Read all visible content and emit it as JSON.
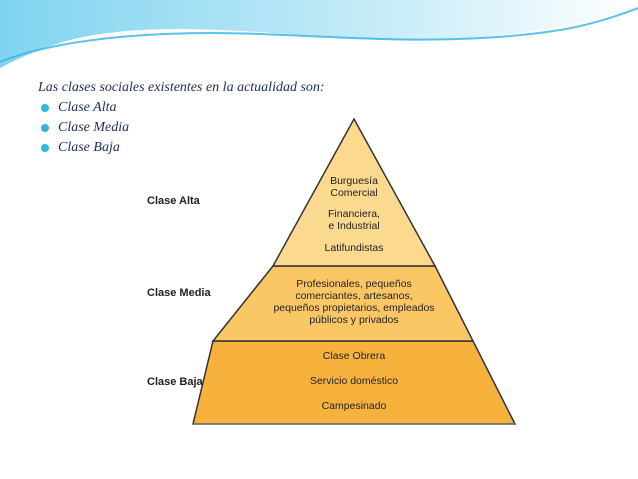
{
  "heading": "Las clases sociales existentes en la actualidad son:",
  "bullets": [
    "Clase Alta",
    "Clase Media",
    "Clase Baja"
  ],
  "levels": {
    "alta": {
      "label": "Clase Alta",
      "lines": [
        "Burguesía",
        "Comercial",
        "Financiera,",
        "e Industrial",
        "Latifundistas"
      ]
    },
    "media": {
      "label": "Clase Media",
      "lines": [
        "Profesionales, pequeños",
        "comerciantes, artesanos,",
        "pequeños propietarios, empleados",
        "públicos y privados"
      ]
    },
    "baja": {
      "label": "Clase Baja",
      "lines": [
        "Clase Obrera",
        "Servicio doméstico",
        "Campesinado"
      ]
    }
  },
  "colors": {
    "top": "#fbd98e",
    "middle": "#fbc765",
    "bottom": "#f7b23e",
    "bullet": "#35b3e3",
    "accent_wave": "#6ccdee"
  }
}
